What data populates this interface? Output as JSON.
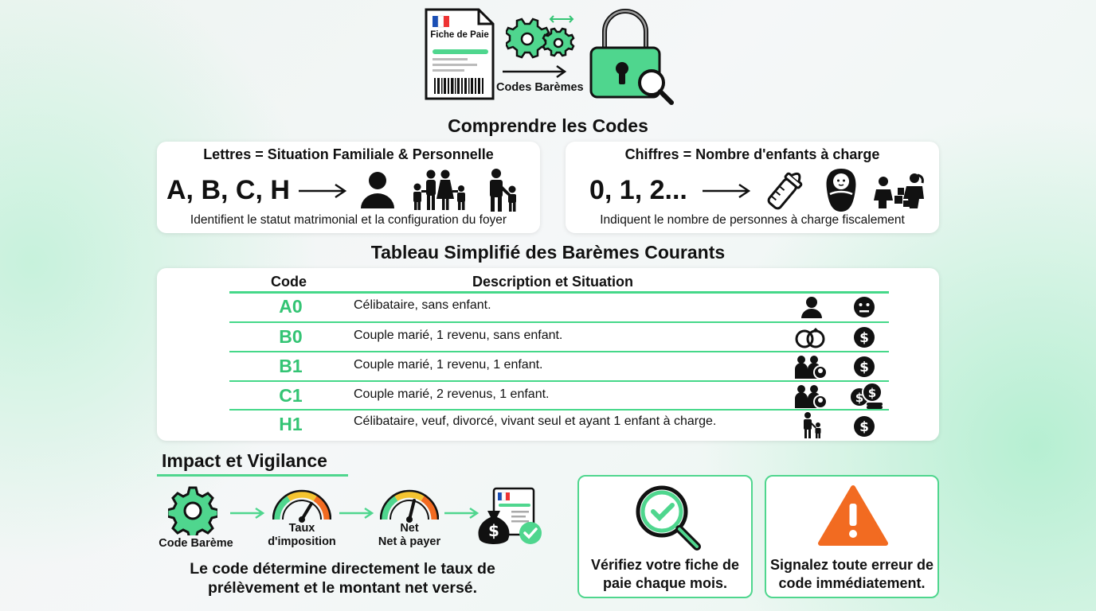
{
  "header": {
    "payslip_label": "Fiche de Paie",
    "arrow_label": "Codes Barèmes"
  },
  "understand": {
    "title": "Comprendre les Codes",
    "letters": {
      "title": "Lettres = Situation Familiale & Personnelle",
      "codes": "A, B, C, H",
      "description": "Identifient le statut matrimonial et la configuration du foyer"
    },
    "numbers": {
      "title": "Chiffres = Nombre d'enfants à charge",
      "codes": "0, 1, 2...",
      "description": "Indiquent le nombre de personnes à charge fiscalement"
    }
  },
  "table": {
    "title": "Tableau Simplifié des Barèmes Courants",
    "headers": [
      "Code",
      "Description et Situation"
    ],
    "rows": [
      {
        "code": "A0",
        "description": "Célibataire, sans enfant.",
        "icon1": "person-icon",
        "icon2": "neutral-face-icon"
      },
      {
        "code": "B0",
        "description": "Couple marié, 1 revenu, sans enfant.",
        "icon1": "wedding-rings-icon",
        "icon2": "dollar-coin-icon"
      },
      {
        "code": "B1",
        "description": "Couple marié, 1 revenu, 1 enfant.",
        "icon1": "family-icon",
        "icon2": "dollar-coin-icon"
      },
      {
        "code": "C1",
        "description": "Couple marié, 2 revenus, 1 enfant.",
        "icon1": "family-icon",
        "icon2": "coins-stack-icon"
      },
      {
        "code": "H1",
        "description": "Célibataire, veuf, divorcé, vivant seul et ayant 1 enfant à charge.",
        "icon1": "parent-child-icon",
        "icon2": "dollar-coin-icon"
      }
    ]
  },
  "impact": {
    "title": "Impact et Vigilance",
    "flow": [
      "Code Barème",
      "Taux\nd'imposition",
      "Net\nNet à payer"
    ],
    "summary": "Le code détermine directement le taux de\nprélèvement et le montant net versé."
  },
  "tips": [
    {
      "text": "Vérifiez votre fiche de\npaie chaque mois.",
      "icon": "magnifier-check-icon"
    },
    {
      "text": "Signalez toute erreur de\ncode immédiatement.",
      "icon": "warning-icon"
    }
  ],
  "colors": {
    "accent": "#34c474",
    "accent_light": "#4fd68e",
    "warning": "#f26b21"
  }
}
